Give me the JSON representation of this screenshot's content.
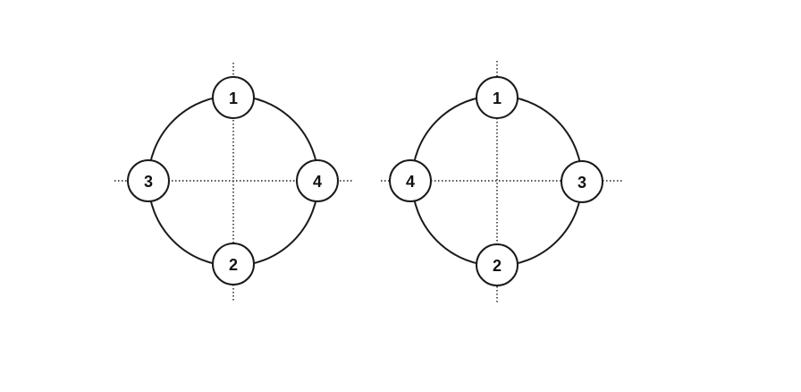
{
  "diagrams": [
    {
      "nodes": {
        "top": "1",
        "bottom": "2",
        "left": "3",
        "right": "4"
      }
    },
    {
      "nodes": {
        "top": "1",
        "bottom": "2",
        "left": "4",
        "right": "3"
      }
    }
  ],
  "colors": {
    "stroke": "#1a1a1a",
    "node_fill": "#ffffff",
    "background": "#ffffff"
  }
}
